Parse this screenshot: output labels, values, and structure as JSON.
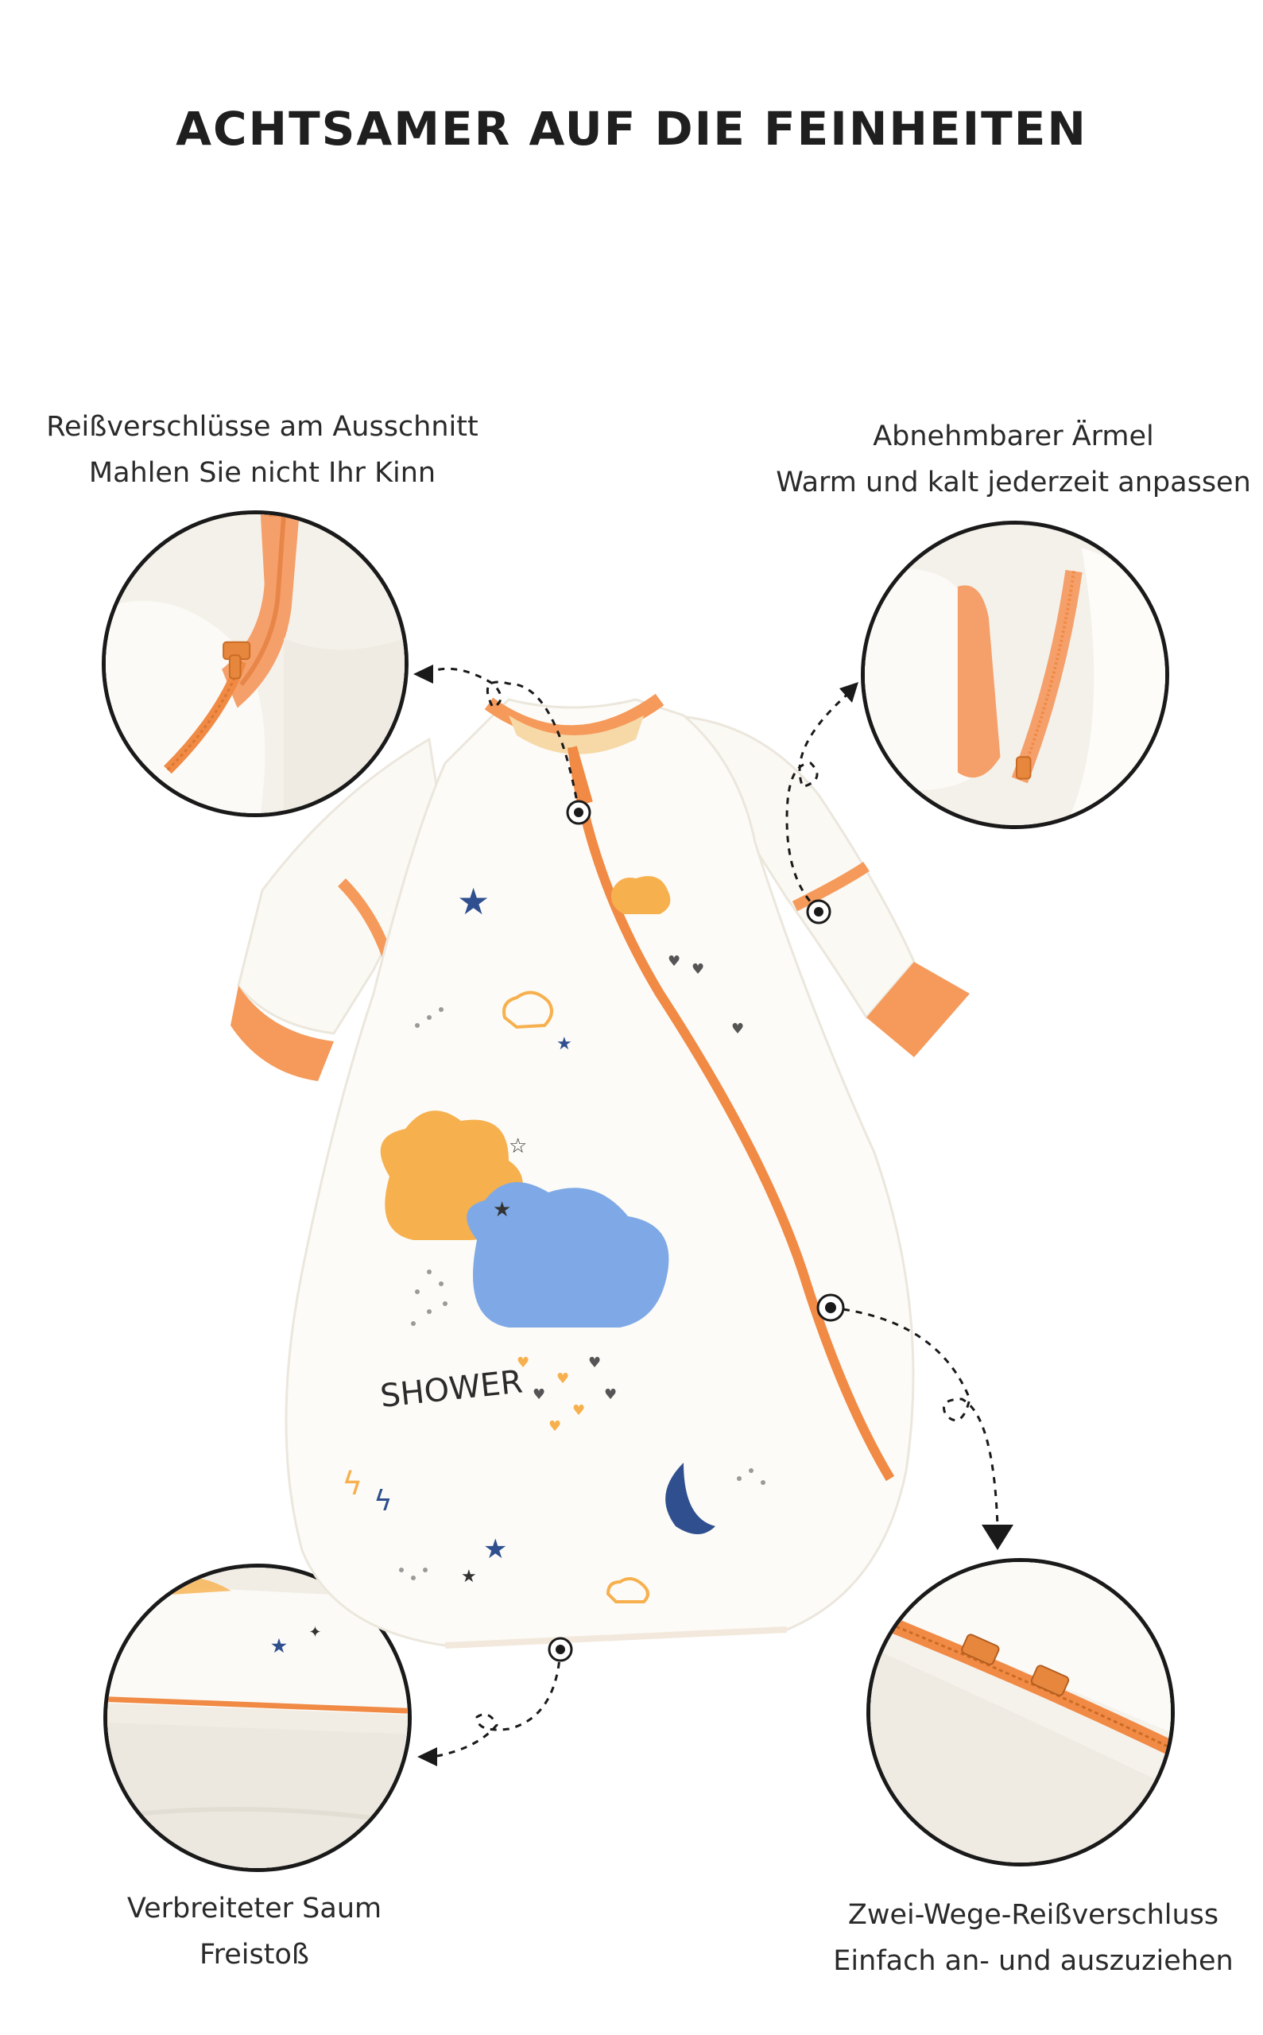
{
  "title": "ACHTSAMER AUF DIE FEINHEITEN",
  "features": [
    {
      "line1": "Reißverschlüsse am Ausschnitt",
      "line2": "Mahlen Sie nicht Ihr Kinn"
    },
    {
      "line1": "Abnehmbarer Ärmel",
      "line2": "Warm und kalt jederzeit anpassen"
    },
    {
      "line1": "Verbreiteter Saum",
      "line2": "Freistoß"
    },
    {
      "line1": "Zwei-Wege-Reißverschluss",
      "line2": "Einfach an- und auszuziehen"
    }
  ],
  "product": {
    "print_text": "SHOWER"
  },
  "colors": {
    "accent": "#f59a5a",
    "zipper": "#f08a45",
    "star_blue": "#2f4f8f",
    "cloud_blue": "#7fa9e6",
    "cloud_orange": "#f7b04e"
  }
}
